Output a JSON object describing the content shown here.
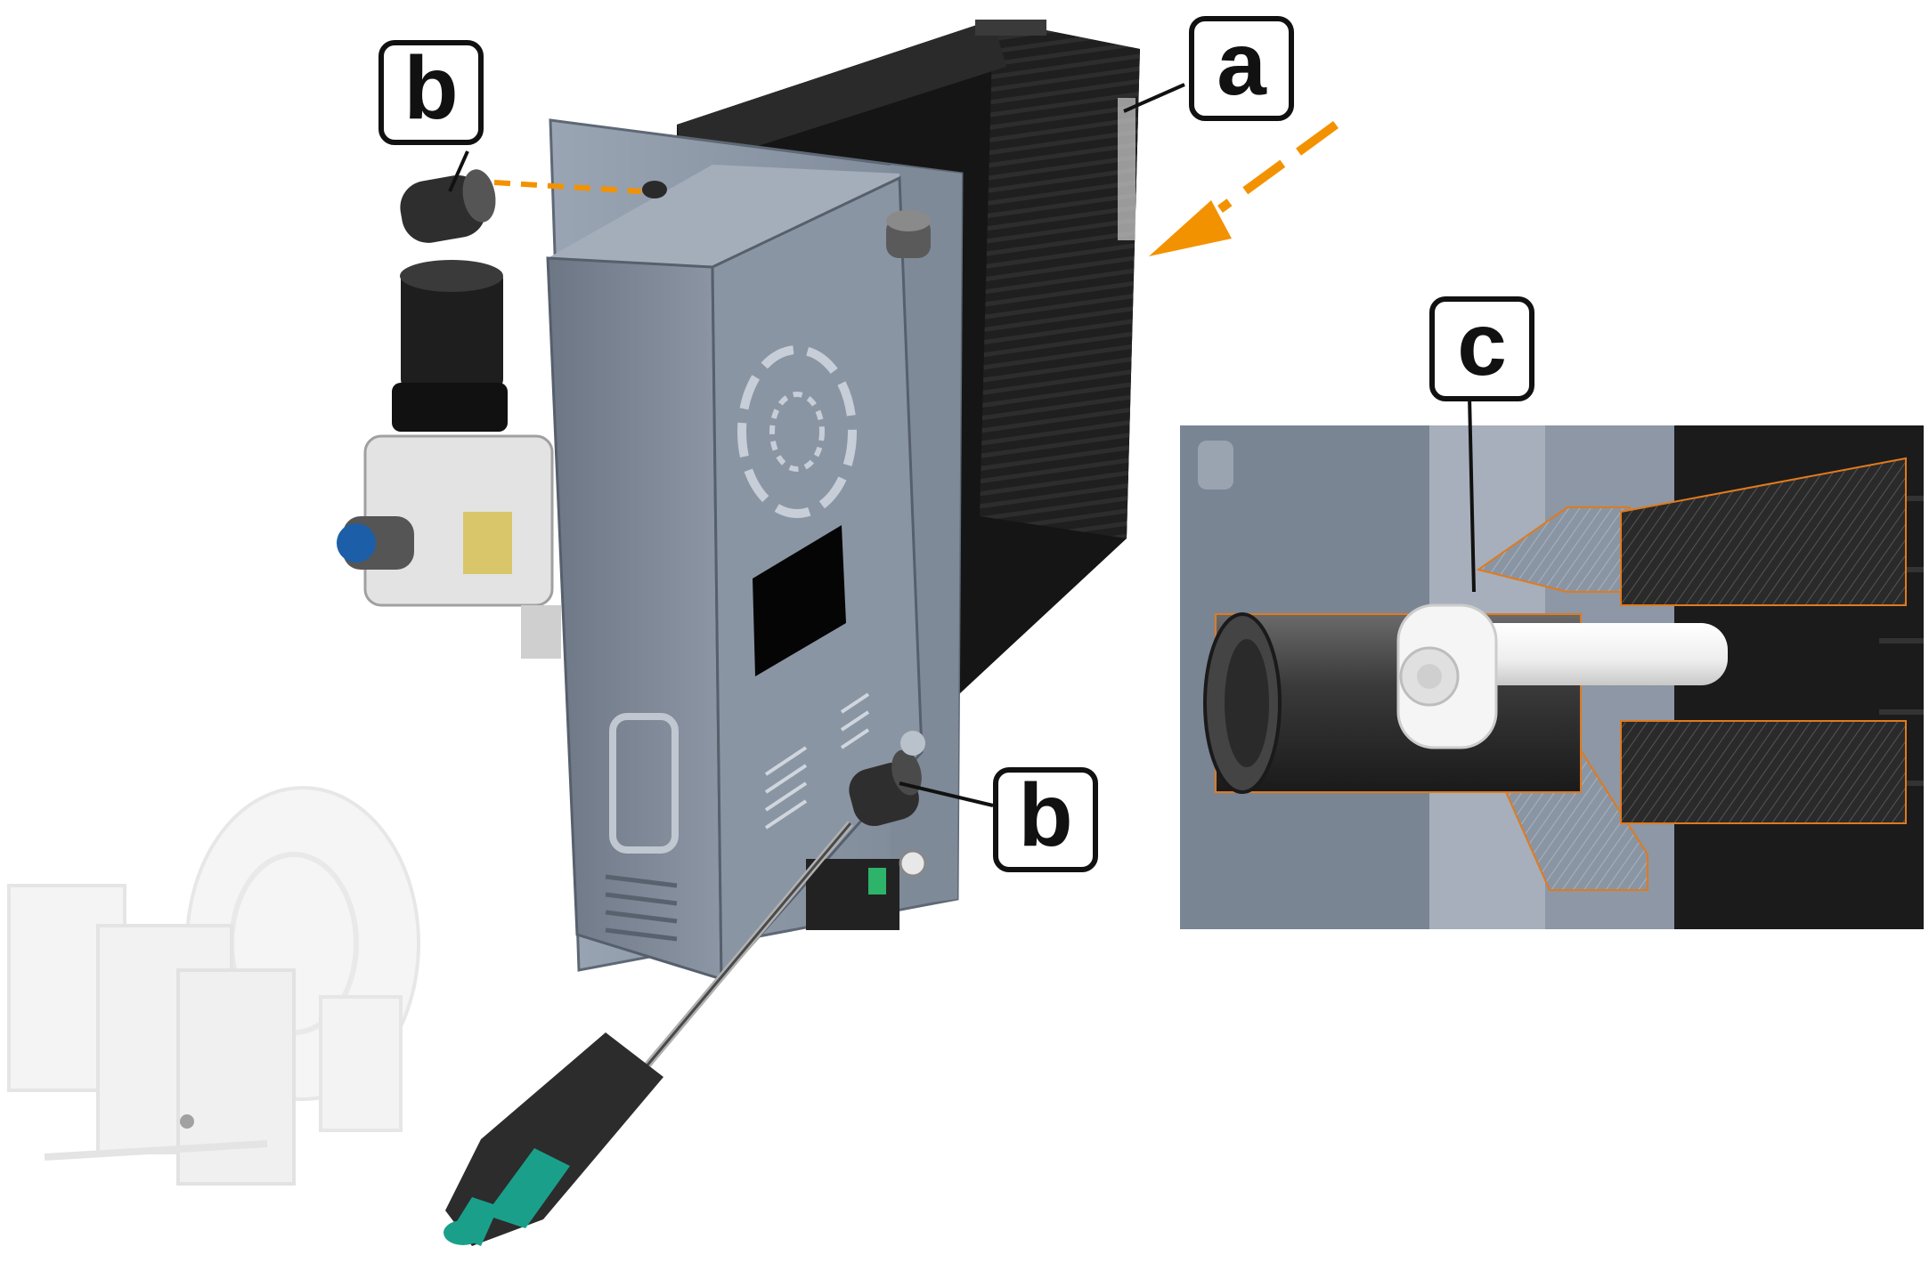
{
  "figure": {
    "callouts": {
      "a": "a",
      "b_top": "b",
      "b_bottom": "b",
      "c": "c"
    }
  },
  "colors": {
    "accent_arrow": "#f39200",
    "enclosure_black": "#1c1c1c",
    "panel_steel": "#8793a3",
    "panel_steel_dark": "#66717f",
    "cutaway_outline": "#e07a1e",
    "screwdriver_green": "#1aa08a",
    "ghost_gray": "#e6e6e6"
  },
  "icons": {
    "insert_arrow": "dashed-arrow-icon",
    "screwdriver": "screwdriver-icon",
    "screw": "cap-screw-icon",
    "spacer": "spacer-sleeve-icon"
  }
}
